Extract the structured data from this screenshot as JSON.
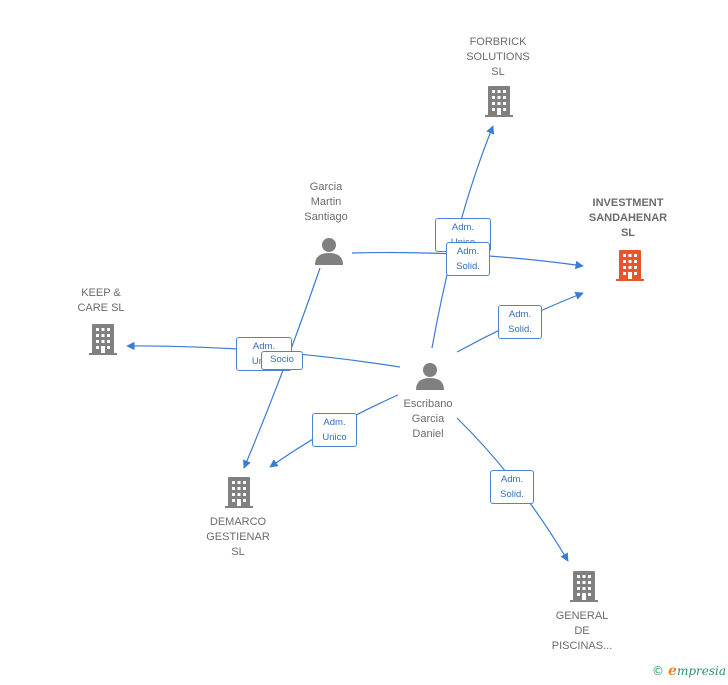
{
  "colors": {
    "edge": "#3a7bd5",
    "node": "#808080",
    "focus": "#e8552a",
    "label_text": "#2f6fbf"
  },
  "nodes": {
    "forbrick": {
      "label": "FORBRICK\nSOLUTIONS\nSL",
      "type": "company"
    },
    "investment": {
      "label": "INVESTMENT\nSANDAHENAR\nSL",
      "type": "company-focus"
    },
    "garcia_martin": {
      "label": "Garcia\nMartin\nSantiago",
      "type": "person"
    },
    "keep_care": {
      "label": "KEEP &\nCARE  SL",
      "type": "company"
    },
    "escribano": {
      "label": "Escribano\nGarcia\nDaniel",
      "type": "person"
    },
    "demarco": {
      "label": "DEMARCO\nGESTIENAR\nSL",
      "type": "company"
    },
    "general": {
      "label": "GENERAL\nDE\nPISCINAS...",
      "type": "company"
    }
  },
  "edges": {
    "e1": {
      "label": "Adm.\nUnico"
    },
    "e2": {
      "label": "Adm.\nSolid."
    },
    "e3": {
      "label": "Adm.\nSolid."
    },
    "e4": {
      "label": "Adm.\nUnico"
    },
    "e5": {
      "label": "Socio"
    },
    "e6": {
      "label": "Adm.\nUnico"
    },
    "e7": {
      "label": "Adm.\nSolid."
    }
  },
  "brand": {
    "copyright": "©",
    "e": "e",
    "name": "mpresia"
  }
}
